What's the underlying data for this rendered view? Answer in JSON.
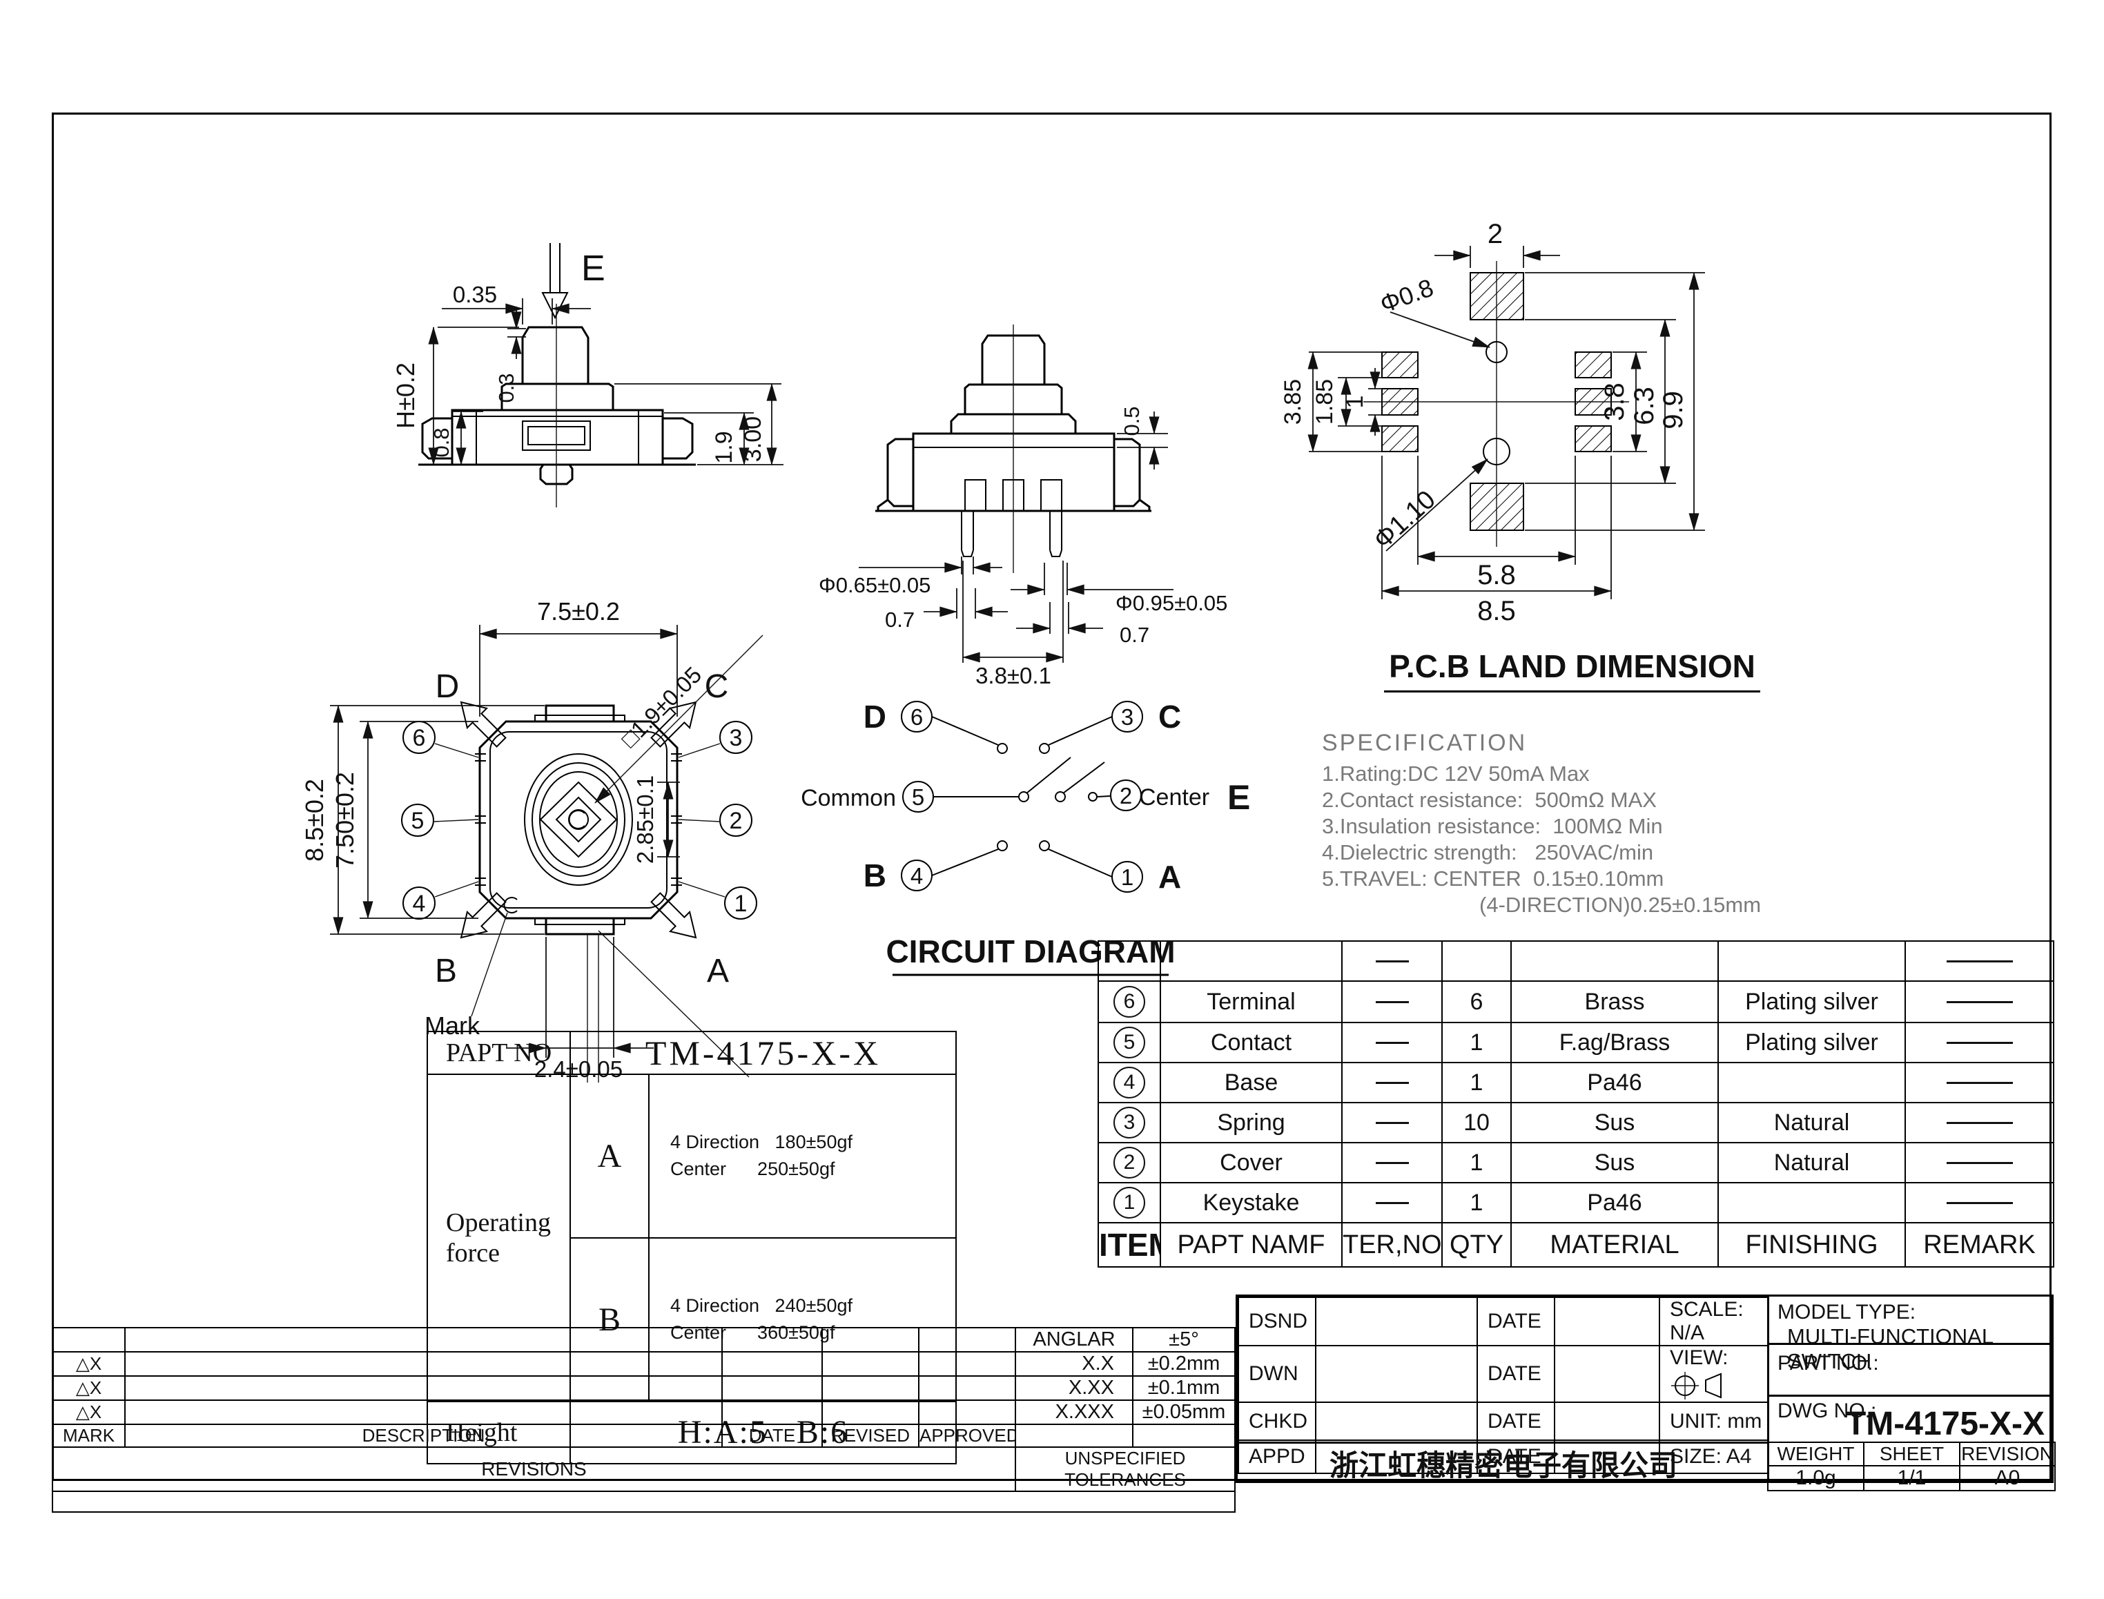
{
  "front_view": {
    "e": "E",
    "d_035": "0.35",
    "d_h": "H±0.2",
    "d_08": "0.8",
    "d_03": "0.3",
    "d_19": "1.9",
    "d_300": "3.00"
  },
  "side_view": {
    "d_phi065": "Φ0.65±0.05",
    "d_phi095": "Φ0.95±0.05",
    "d_07_left": "0.7",
    "d_07_right": "0.7",
    "d_38": "3.8±0.1",
    "d_05": "0.5"
  },
  "pcb_view": {
    "title": "P.C.B LAND DIMENSION",
    "d_2": "2",
    "d_385": "3.85",
    "d_185": "1.85",
    "d_1": "1",
    "d_phi08": "Φ0.8",
    "d_phi110": "Φ1.10",
    "d_38": "3.8",
    "d_63": "6.3",
    "d_99": "9.9",
    "d_58": "5.8",
    "d_85": "8.5"
  },
  "top_view": {
    "d_75": "7.5±0.2",
    "d_85": "8.5±0.2",
    "d_750": "7.50±0.2",
    "d_285": "2.85±0.1",
    "d_24": "2.4±0.05",
    "d_sq19": "□1.9±0.05",
    "mark": "Mark",
    "dir_a": "A",
    "dir_b": "B",
    "dir_c": "C",
    "dir_d": "D",
    "pin_1": "1",
    "pin_2": "2",
    "pin_3": "3",
    "pin_4": "4",
    "pin_5": "5",
    "pin_6": "6"
  },
  "circuit": {
    "title": "CIRCUIT DIAGRAM",
    "d": "D",
    "c": "C",
    "b": "B",
    "a": "A",
    "e": "E",
    "common": "Common",
    "center": "Center",
    "p1": "1",
    "p2": "2",
    "p3": "3",
    "p4": "4",
    "p5": "5",
    "p6": "6"
  },
  "spec": {
    "title": "SPECIFICATION",
    "line1": "1.Rating:DC 12V 50mA Max",
    "line2": "2.Contact resistance:  500mΩ MAX",
    "line3": "3.Insulation resistance:  100MΩ Min",
    "line4": "4.Dielectric strength:   250VAC/min",
    "line5": "5.TRAVEL: CENTER  0.15±0.10mm",
    "line6": "(4-DIRECTION)0.25±0.15mm"
  },
  "bom": {
    "headers": {
      "item": "ITEM",
      "name": "PAPT NAMF",
      "ter": "TER,NO",
      "qty": "QTY",
      "material": "MATERIAL",
      "finishing": "FINISHING",
      "remark": "REMARK"
    },
    "rows": [
      {
        "item": "",
        "name": "",
        "ter": "",
        "qty": "",
        "material": "",
        "finishing": "",
        "remark": ""
      },
      {
        "item": "6",
        "name": "Terminal",
        "ter": "",
        "qty": "6",
        "material": "Brass",
        "finishing": "Plating silver",
        "remark": ""
      },
      {
        "item": "5",
        "name": "Contact",
        "ter": "",
        "qty": "1",
        "material": "F.ag/Brass",
        "finishing": "Plating silver",
        "remark": ""
      },
      {
        "item": "4",
        "name": "Base",
        "ter": "",
        "qty": "1",
        "material": "Pa46",
        "finishing": "",
        "remark": ""
      },
      {
        "item": "3",
        "name": "Spring",
        "ter": "",
        "qty": "10",
        "material": "Sus",
        "finishing": "Natural",
        "remark": ""
      },
      {
        "item": "2",
        "name": "Cover",
        "ter": "",
        "qty": "1",
        "material": "Sus",
        "finishing": "Natural",
        "remark": ""
      },
      {
        "item": "1",
        "name": "Keystake",
        "ter": "",
        "qty": "1",
        "material": "Pa46",
        "finishing": "",
        "remark": ""
      }
    ]
  },
  "part_table": {
    "part_no_label": "PAPT NO",
    "part_no": "TM-4175-X-X",
    "force_label_1": "Operating",
    "force_label_2": "force",
    "force_a": "A",
    "force_a_line1": "4 Direction   180±50gf",
    "force_a_line2": "Center      250±50gf",
    "force_b": "B",
    "force_b_line1": "4 Direction   240±50gf",
    "force_b_line2": "Center      360±50gf",
    "height_label": "Height",
    "height_value": "H:A:5   B:6"
  },
  "revisions": {
    "mark1": "△X",
    "mark2": "△X",
    "mark3": "△X",
    "mark_h": "MARK",
    "description_h": "DESCRIPTION",
    "date_h": "DATE",
    "revised_h": "REVISED",
    "approved_h": "APPROVED",
    "title": "REVISIONS"
  },
  "tolerances": {
    "r1_label": "ANGLAR",
    "r1_val": "±5°",
    "r2_label": "X.X",
    "r2_val": "±0.2mm",
    "r3_label": "X.XX",
    "r3_val": "±0.1mm",
    "r4_label": "X.XXX",
    "r4_val": "±0.05mm",
    "title": "UNSPECIFIED TOLERANCES"
  },
  "title_block": {
    "dsnd": "DSND",
    "dwn": "DWN",
    "chkd": "CHKD",
    "appd": "APPD",
    "date1": "DATE",
    "date2": "DATE",
    "date3": "DATE",
    "date4": "DATE",
    "scale": "SCALE: N/A",
    "view": "VIEW:",
    "unit": "UNIT: mm",
    "size": "SIZE: A4",
    "model_label": "MODEL TYPE:",
    "model": "MULTI-FUNCTIONAL SWITCH",
    "part_no_label": "PART NO.:",
    "dwg_label": "DWG NO.:",
    "dwg_no": "TM-4175-X-X",
    "company": "浙江虹穗精密电子有限公司",
    "weight_label": "WEIGHT",
    "weight": "1.0g",
    "sheet_label": "SHEET",
    "sheet": "1/1",
    "revision_label": "REVISION",
    "revision": "A0"
  }
}
